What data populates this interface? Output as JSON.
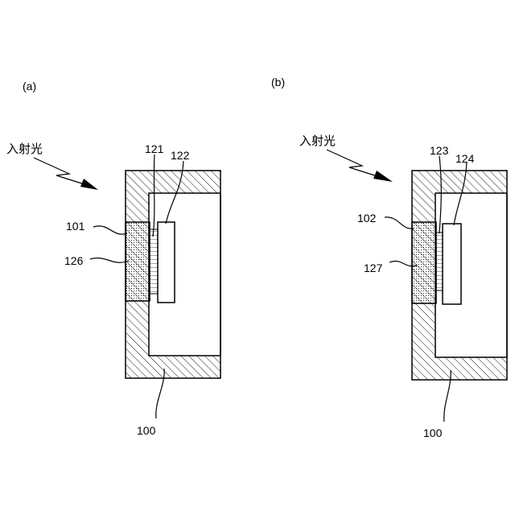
{
  "panels": [
    {
      "id": "a",
      "panel_label": "(a)",
      "incident_label": "入射光",
      "labels": {
        "window": "101",
        "window_material": "126",
        "element_thin": "121",
        "element_main": "122",
        "housing": "100"
      }
    },
    {
      "id": "b",
      "panel_label": "(b)",
      "incident_label": "入射光",
      "labels": {
        "window": "102",
        "window_material": "127",
        "element_thin": "123",
        "element_main": "124",
        "housing": "100"
      }
    }
  ]
}
